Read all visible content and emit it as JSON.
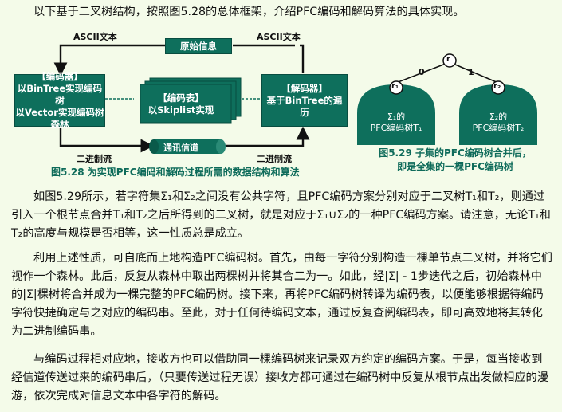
{
  "intro": "以下基于二叉树结构，按照图5.28的总体框架，介绍PFC编码和解码算法的具体实现。",
  "fig528": {
    "ascii_left": "ASCII文本",
    "ascii_right": "ASCII文本",
    "source_info": "原始信息",
    "encoder_title": "【编码器】",
    "encoder_l1": "以BinTree实现编码树",
    "encoder_l2": "以Vector实现编码树森林",
    "table_title": "【编码表】",
    "table_l1": "以Skiplist实现",
    "decoder_title": "【解码器】",
    "decoder_l1": "基于BinTree的遍历",
    "binary_left": "二进制流",
    "binary_right": "二进制流",
    "channel": "通讯信道",
    "caption": "图5.28  为实现PFC编码和解码过程所需的数据结构和算法"
  },
  "fig529": {
    "root": "r",
    "edge0": "0",
    "edge1": "1",
    "r1": "r₁",
    "r2": "r₂",
    "t1_line1": "Σ₁的",
    "t1_line2": "PFC编码树T₁",
    "t2_line1": "Σ₂的",
    "t2_line2": "PFC编码树T₂",
    "caption_l1": "图5.29  子集的PFC编码树合并后，",
    "caption_l2": "即是全集的一棵PFC编码树"
  },
  "para1": "如图5.29所示，若字符集Σ₁和Σ₂之间没有公共字符，且PFC编码方案分别对应于二叉树T₁和T₂，则通过引入一个根节点合并T₁和T₂之后所得到的二叉树，就是对应于Σ₁∪Σ₂的一种PFC编码方案。请注意，无论T₁和T₂的高度与规模是否相等，这一性质总是成立。",
  "para2": "利用上述性质，可自底而上地构造PFC编码树。首先，由每一字符分别构造一棵单节点二叉树，并将它们视作一个森林。此后，反复从森林中取出两棵树并将其合二为一。如此，经|Σ| - 1步迭代之后，初始森林中的|Σ|棵树将合并成为一棵完整的PFC编码树。接下来，再将PFC编码树转译为编码表，以便能够根据待编码字符快捷确定与之对应的编码串。至此，对于任何待编码文本，通过反复查阅编码表，即可高效地将其转化为二进制编码串。",
  "para3": "与编码过程相对应地，接收方也可以借助同一棵编码树来记录双方约定的编码方案。于是，每当接收到经信道传送过来的编码串后，（只要传送过程无误）接收方都可通过在编码树中反复从根节点出发做相应的漫游，依次完成对信息文本中各字符的解码。",
  "colors": {
    "accent": "#0e6f5c",
    "background": "#f4fbe9"
  }
}
